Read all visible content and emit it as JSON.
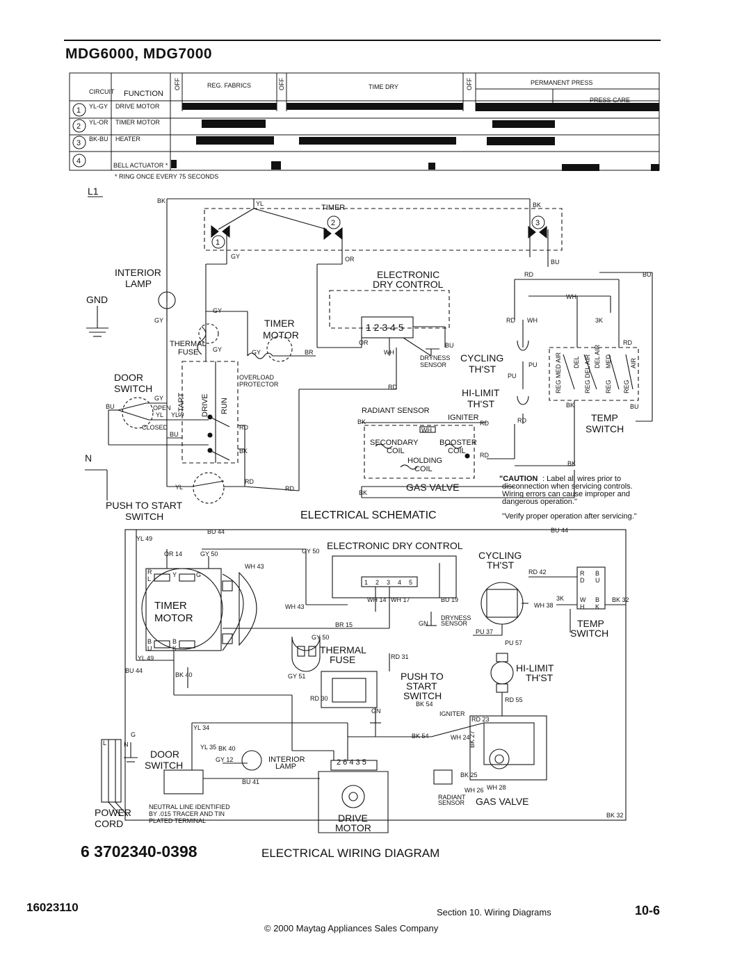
{
  "header": {
    "models": "MDG6000, MDG7000"
  },
  "timer_chart": {
    "col_circuit": "CIRCUIT",
    "col_function": "FUNCTION",
    "off1": "OFF",
    "off2": "OFF",
    "off3": "OFF",
    "cycle_reg": "REG. FABRICS",
    "cycle_time": "TIME DRY",
    "cycle_perm": "PERMANENT PRESS",
    "cycle_care": "PRESS CARE",
    "rows": [
      {
        "num": "1",
        "circuit": "YL-GY",
        "function": "DRIVE MOTOR"
      },
      {
        "num": "2",
        "circuit": "YL-OR",
        "function": "TIMER MOTOR"
      },
      {
        "num": "3",
        "circuit": "BK-BU",
        "function": "HEATER"
      },
      {
        "num": "4",
        "circuit": "",
        "function": "BELL ACTUATOR *"
      }
    ],
    "footnote": "* RING ONCE EVERY 75 SECONDS"
  },
  "schematic": {
    "title": "ELECTRICAL SCHEMATIC",
    "l1": "L1",
    "n": "N",
    "gnd": "GND",
    "timer": "TIMER",
    "interior_lamp": [
      "INTERIOR",
      "LAMP"
    ],
    "timer_motor": [
      "TIMER",
      "MOTOR"
    ],
    "thermal_fuse": [
      "THERMAL",
      "FUSE"
    ],
    "door_switch": [
      "DOOR",
      "SWITCH"
    ],
    "open": "OPEN",
    "closed": "CLOSED",
    "overload": [
      "OVERLOAD",
      "PROTECTOR"
    ],
    "start": "START",
    "drive": "DRIVE",
    "run": "RUN",
    "push_to_start": [
      "PUSH TO START",
      "SWITCH"
    ],
    "edc": [
      "ELECTRONIC",
      "DRY CONTROL"
    ],
    "edc_pins": "1 2 3 4 5",
    "dryness": [
      "DRYNESS",
      "SENSOR"
    ],
    "cycling": [
      "CYCLING",
      "TH'ST"
    ],
    "hilimit": [
      "HI-LIMIT",
      "TH'ST"
    ],
    "temp_switch": [
      "TEMP",
      "SWITCH"
    ],
    "res3k": "3K",
    "temp_positions": [
      "REG MED AIR",
      "DEL",
      "REG DEL AIR",
      "DEL AIR",
      "MED",
      "REG",
      "AIR",
      "REG"
    ],
    "radiant": "RADIANT SENSOR",
    "igniter": "IGNITER",
    "secondary_coil": [
      "SECONDARY",
      "COIL"
    ],
    "booster_coil": [
      "BOOSTER",
      "COIL"
    ],
    "holding_coil": [
      "HOLDING",
      "COIL"
    ],
    "gas_valve": "GAS VALVE",
    "caution_head": "\"CAUTION",
    "caution": [
      ": Label all wires prior to",
      "disconnection when servicing controls.",
      "Wiring errors can cause improper and",
      "dangerous operation.\""
    ],
    "verify": "\"Verify proper operation after servicing.\"",
    "wires": {
      "bk": "BK",
      "yl": "YL",
      "gy": "GY",
      "or": "OR",
      "bu": "BU",
      "rd": "RD",
      "wh": "WH",
      "br": "BR",
      "pu": "PU"
    },
    "circled": [
      "1",
      "2",
      "3"
    ]
  },
  "wiring": {
    "title": "ELECTRICAL WIRING DIAGRAM",
    "edc": "ELECTRONIC DRY CONTROL",
    "timer_motor": [
      "TIMER",
      "MOTOR"
    ],
    "cycling": [
      "CYCLING",
      "TH'ST"
    ],
    "temp_switch": [
      "TEMP",
      "SWITCH"
    ],
    "thermal_fuse": [
      "THERMAL",
      "FUSE"
    ],
    "push_to_start": [
      "PUSH TO",
      "START",
      "SWITCH"
    ],
    "hilimit": [
      "HI-LIMIT",
      "TH'ST"
    ],
    "door_switch": [
      "DOOR",
      "SWITCH"
    ],
    "interior_lamp": [
      "INTERIOR",
      "LAMP"
    ],
    "drive_motor": [
      "DRIVE",
      "MOTOR"
    ],
    "power_cord": [
      "POWER",
      "CORD"
    ],
    "neutral_note": [
      "NEUTRAL LINE IDENTIFIED",
      "BY .015 TRACER AND TIN",
      "PLATED TERMINAL"
    ],
    "dryness": [
      "DRYNESS",
      "SENSOR"
    ],
    "igniter": "IGNITER",
    "radiant": [
      "RADIANT",
      "SENSOR"
    ],
    "gas_valve": "GAS VALVE",
    "gn": "GN",
    "wire_labels": [
      "BU 44",
      "YL 49",
      "OR 14",
      "GY 50",
      "GY 50",
      "WH 43",
      "WH 43",
      "WH 14",
      "WH 17",
      "BU 19",
      "BR 15",
      "GY 50",
      "RD 31",
      "GY 51",
      "RD 30",
      "YL 34",
      "YL 35",
      "BK 40",
      "GY 12",
      "BU 41",
      "BK 54",
      "BK 54",
      "RD 23",
      "WH 24",
      "BK 27",
      "BK 25",
      "WH 26",
      "WH 28",
      "BK 32",
      "BK 32",
      "RD 42",
      "WH 38",
      "PU 37",
      "PU 57",
      "RD 55",
      "BU 44",
      "BK 40",
      "YL 49",
      "BU 44"
    ],
    "timer_terms": [
      "R",
      "L",
      "Y",
      "G",
      "B",
      "U",
      "B",
      "K"
    ],
    "edc_pins": [
      "1",
      "2",
      "3",
      "4",
      "5"
    ],
    "motor_pins": "2 6 4 3 5",
    "temp_terms": [
      "R",
      "D",
      "B",
      "U",
      "W",
      "H",
      "B",
      "K"
    ],
    "n_term": "N",
    "l_term": "L",
    "g_term": "G",
    "k3": "3K"
  },
  "footer": {
    "part_number": "6 3702340-0398",
    "doc_number": "16023110",
    "section": "Section 10.   Wiring Diagrams",
    "page": "10-6",
    "copyright": "© 2000 Maytag Appliances Sales Company"
  }
}
